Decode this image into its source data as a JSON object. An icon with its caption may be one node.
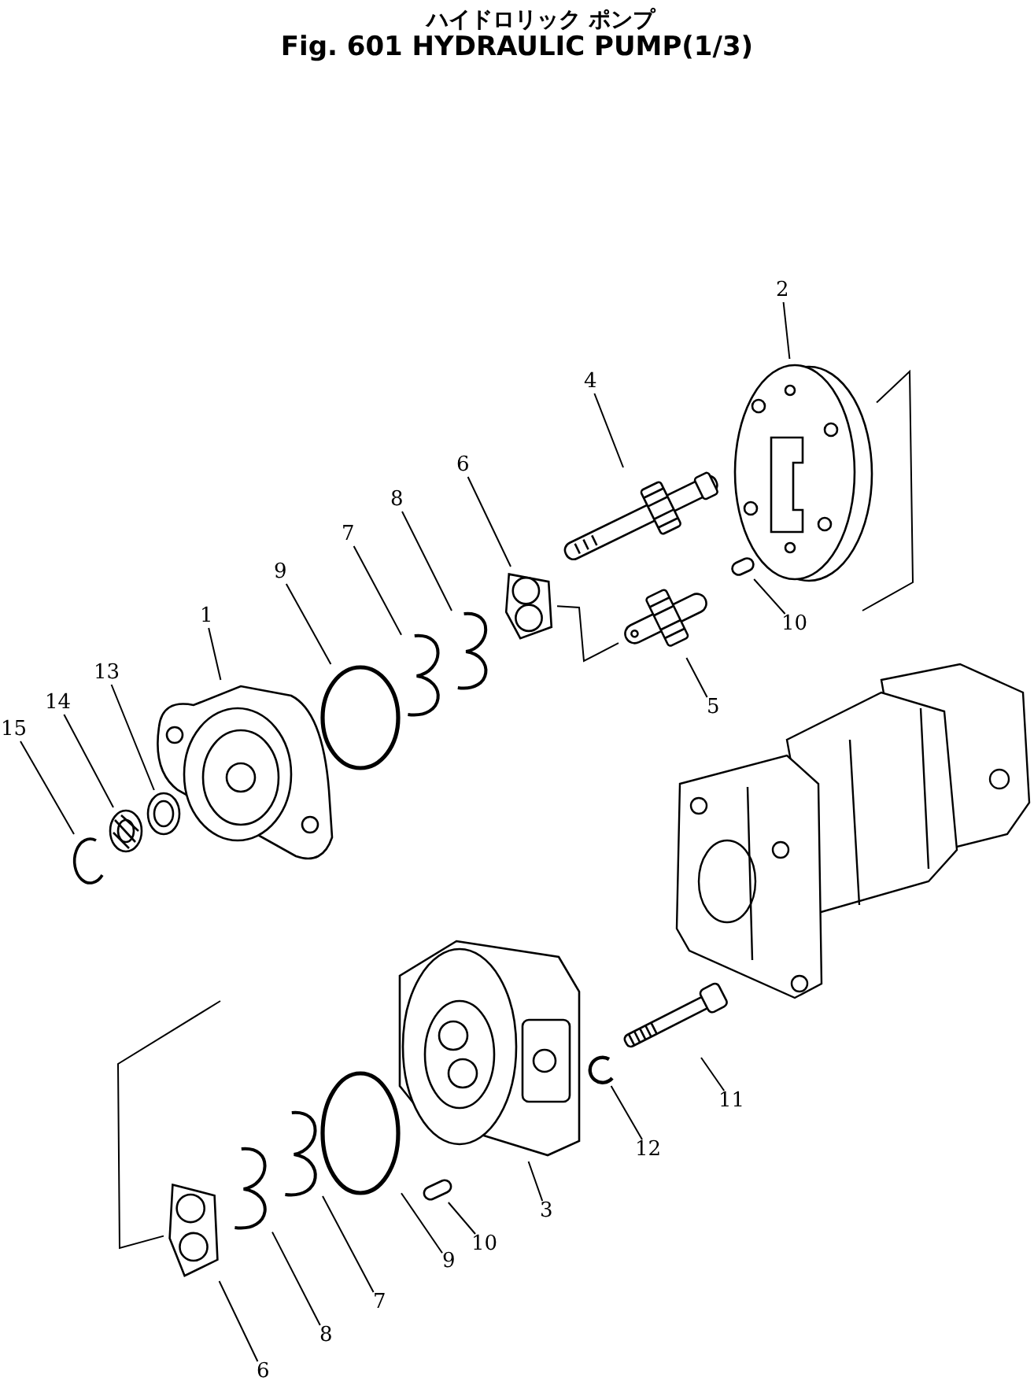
{
  "diagram": {
    "title": "Fig. 601 HYDRAULIC PUMP(1/3)",
    "labels": [
      "ハイドロリック ポンプ"
    ],
    "nodes": [
      {
        "text": [
          "2"
        ]
      },
      {
        "text": [],
        "shape": "picture"
      },
      {
        "text": [
          "4"
        ]
      },
      {
        "text": [],
        "shape": "picture"
      },
      {
        "text": [
          "6"
        ]
      },
      {
        "text": [],
        "shape": "picture"
      },
      {
        "text": [
          "8"
        ]
      },
      {
        "text": [],
        "shape": "picture"
      },
      {
        "text": [
          "7"
        ]
      },
      {
        "text": [],
        "shape": "picture"
      },
      {
        "text": [
          "9"
        ]
      },
      {
        "text": [],
        "shape": "circle"
      },
      {
        "text": [
          "1"
        ]
      },
      {
        "text": [],
        "shape": "picture"
      },
      {
        "text": [
          "13"
        ]
      },
      {
        "text": [],
        "shape": "picture"
      },
      {
        "text": [
          "14"
        ]
      },
      {
        "text": [],
        "shape": "picture"
      },
      {
        "text": [
          "15"
        ]
      },
      {
        "text": [],
        "shape": "picture"
      },
      {
        "text": [
          "10"
        ]
      },
      {
        "text": [],
        "shape": "cylinder"
      },
      {
        "text": [
          "5"
        ]
      },
      {
        "text": [],
        "shape": "picture"
      },
      {
        "text": [
          "11"
        ]
      },
      {
        "text": [],
        "shape": "picture"
      },
      {
        "text": [
          "12"
        ]
      },
      {
        "text": [],
        "shape": "picture"
      },
      {
        "text": [
          "3"
        ]
      },
      {
        "text": [],
        "shape": "picture"
      },
      {
        "text": [
          "10"
        ]
      },
      {
        "text": [],
        "shape": "cylinder"
      },
      {
        "text": [
          "9"
        ]
      },
      {
        "text": [],
        "shape": "circle"
      },
      {
        "text": [
          "7"
        ]
      },
      {
        "text": [],
        "shape": "picture"
      },
      {
        "text": [
          "8"
        ]
      },
      {
        "text": [],
        "shape": "picture"
      },
      {
        "text": [
          "6"
        ]
      },
      {
        "text": [],
        "shape": "picture"
      }
    ],
    "edges": [
      {
        "from": 0,
        "to": 1,
        "arrow": "none"
      },
      {
        "from": 2,
        "to": 3,
        "arrow": "none"
      },
      {
        "from": 4,
        "to": 5,
        "arrow": "none"
      },
      {
        "from": 6,
        "to": 7,
        "arrow": "none"
      },
      {
        "from": 8,
        "to": 9,
        "arrow": "none"
      },
      {
        "from": 10,
        "to": 11,
        "arrow": "none"
      },
      {
        "from": 12,
        "to": 13,
        "arrow": "none"
      },
      {
        "from": 14,
        "to": 15,
        "arrow": "none"
      },
      {
        "from": 16,
        "to": 17,
        "arrow": "none"
      },
      {
        "from": 18,
        "to": 19,
        "arrow": "none"
      },
      {
        "from": 20,
        "to": 21,
        "arrow": "none"
      },
      {
        "from": 22,
        "to": 23,
        "arrow": "none"
      },
      {
        "from": 24,
        "to": 25,
        "arrow": "none"
      },
      {
        "from": 26,
        "to": 27,
        "arrow": "none"
      },
      {
        "from": 28,
        "to": 29,
        "arrow": "none"
      },
      {
        "from": 30,
        "to": 31,
        "arrow": "none"
      },
      {
        "from": 32,
        "to": 33,
        "arrow": "none"
      },
      {
        "from": 34,
        "to": 35,
        "arrow": "none"
      },
      {
        "from": 36,
        "to": 37,
        "arrow": "none"
      },
      {
        "from": 38,
        "to": 39,
        "arrow": "none"
      },
      {
        "from": 1,
        "to": null,
        "arrow": "none"
      },
      {
        "from": 5,
        "to": 23,
        "arrow": "none"
      },
      {
        "from": null,
        "to": 39,
        "arrow": "none"
      }
    ]
  }
}
